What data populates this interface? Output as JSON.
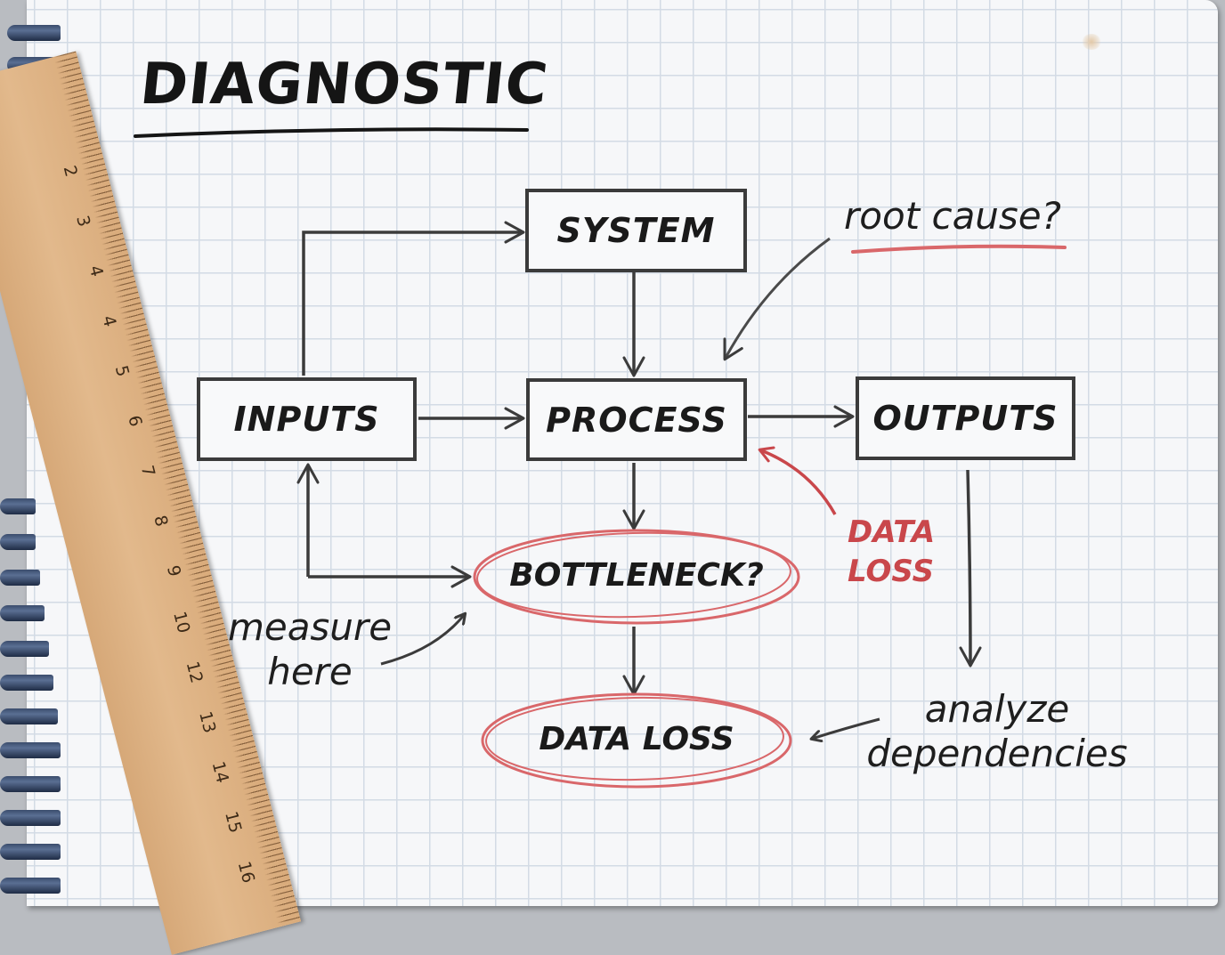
{
  "title": "DIAGNOSTIC",
  "nodes": {
    "system": "SYSTEM",
    "inputs": "INPUTS",
    "process": "PROCESS",
    "outputs": "OUTPUTS",
    "bottleneck": "BOTTLENECK?",
    "data_loss": "DATA LOSS"
  },
  "annotations": {
    "root_cause": "root cause?",
    "data_loss_red_line1": "DATA",
    "data_loss_red_line2": "LOSS",
    "measure_line1": "measure",
    "measure_line2": "here",
    "analyze_line1": "analyze",
    "analyze_line2": "dependencies"
  },
  "ruler": {
    "labels": [
      "2",
      "3",
      "4",
      "4",
      "5",
      "6",
      "7",
      "8",
      "9",
      "10",
      "12",
      "13",
      "14",
      "15",
      "16"
    ]
  },
  "colors": {
    "ink": "#1c1c1c",
    "line": "#3b3b3b",
    "red": "#c9474b",
    "red_ellipse": "#d9676a",
    "grid": "#d3dbe5",
    "paper": "#f6f7f9",
    "ruler": "#e2b98c"
  }
}
